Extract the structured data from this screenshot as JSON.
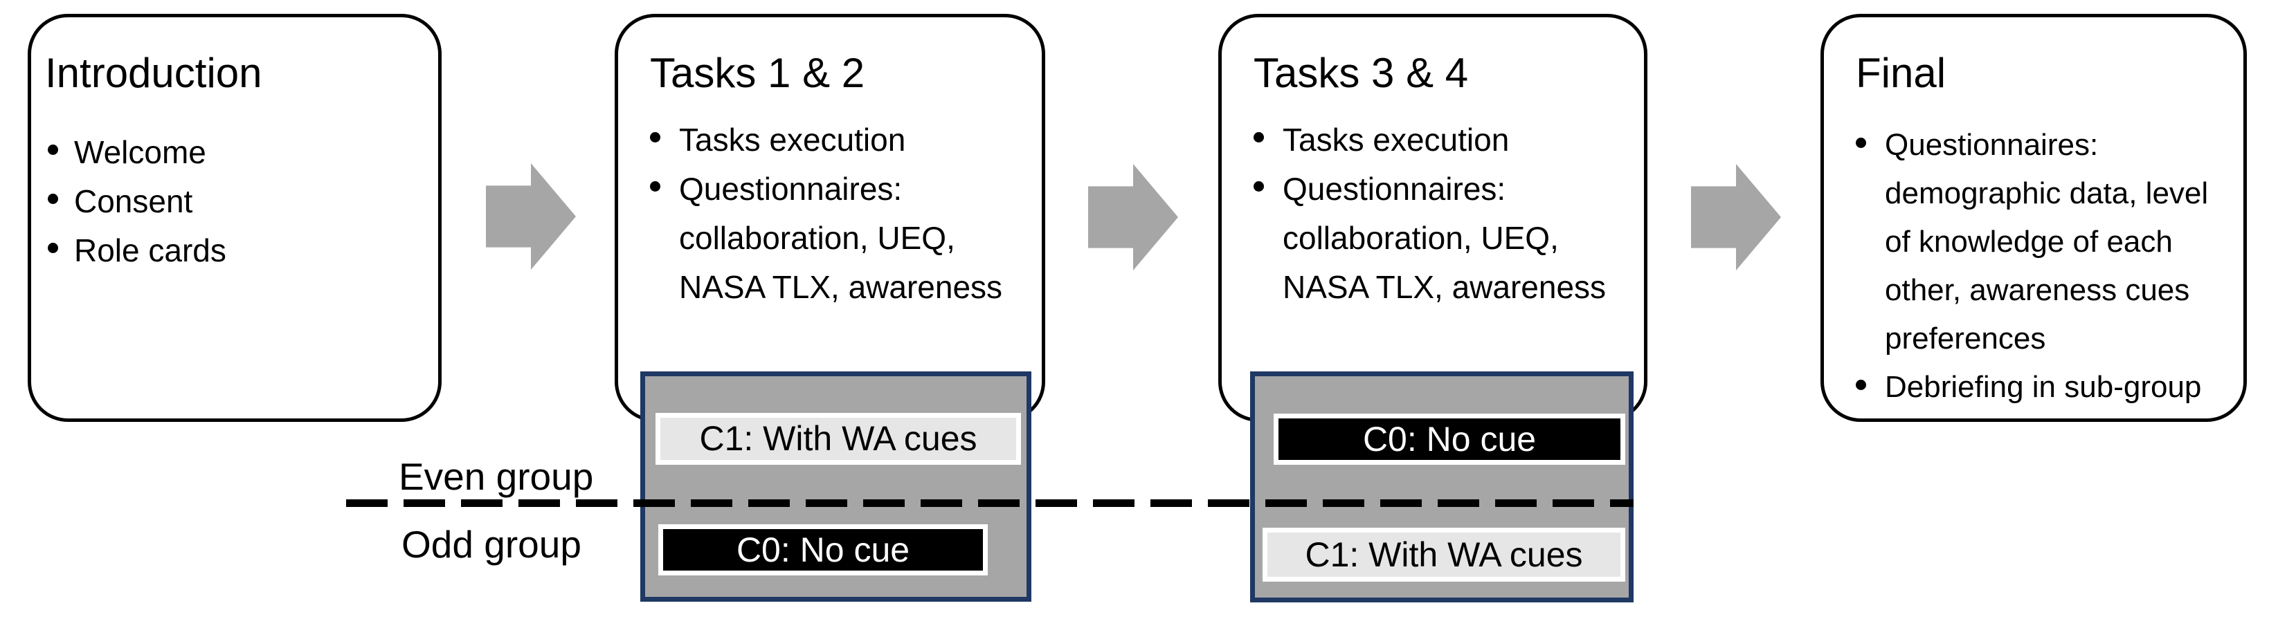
{
  "diagram": {
    "phases": [
      {
        "title": "Introduction",
        "bullets": [
          "Welcome",
          "Consent",
          "Role cards"
        ]
      },
      {
        "title": "Tasks 1 & 2",
        "bullets": [
          "Tasks execution",
          "Questionnaires: collaboration, UEQ, NASA TLX, awareness"
        ]
      },
      {
        "title": "Tasks 3 & 4",
        "bullets": [
          "Tasks execution",
          "Questionnaires: collaboration, UEQ, NASA TLX, awareness"
        ]
      },
      {
        "title": "Final",
        "bullets": [
          "Questionnaires: demographic data, level of knowledge of each other, awareness cues preferences",
          "Debriefing in sub-group"
        ]
      }
    ],
    "group_labels": {
      "above": "Even group",
      "below": "Odd group"
    },
    "conditions": {
      "tasks_1_2": {
        "even_group": "C1: With WA cues",
        "odd_group": "C0: No cue"
      },
      "tasks_3_4": {
        "even_group": "C0: No cue",
        "odd_group": "C1: With WA cues"
      }
    },
    "colors": {
      "arrow_gray": "#a6a6a6",
      "panel_gray": "#a6a6a6",
      "panel_border_navy": "#1f3864",
      "light_badge_bg": "#e7e6e6",
      "dark_badge_bg": "#000000",
      "divider_black": "#000000",
      "box_border_black": "#000000"
    }
  }
}
